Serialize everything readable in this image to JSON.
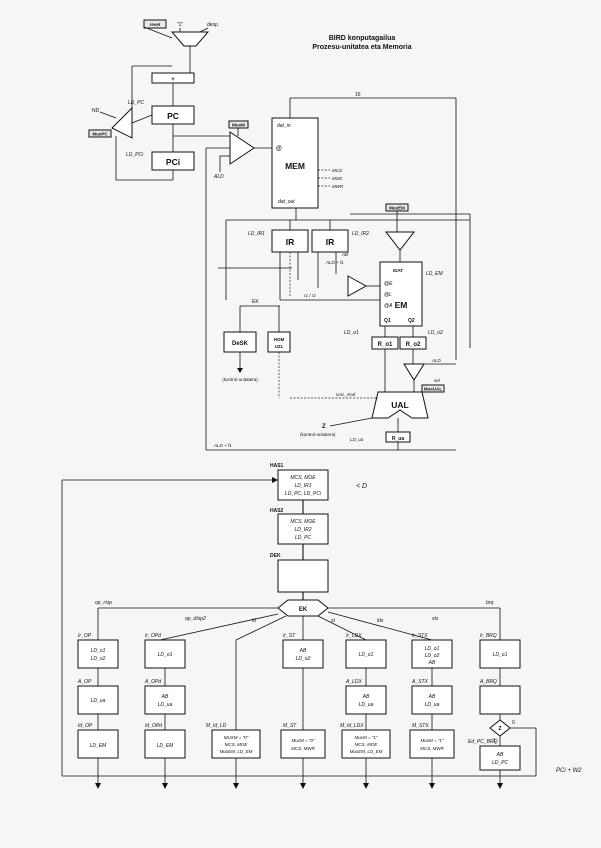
{
  "title": {
    "line1": "BIRD konputagailua",
    "line2": "Prozesu-unitatea eta Memoria"
  },
  "datapath": {
    "reset_label": "reset",
    "one_label": "\"1\"",
    "muxpc": "MuxPC",
    "muxmem": "MuxM",
    "muxem": "MuxEM",
    "pc": "PC",
    "pci": "PCi",
    "ld_pc": "LD_PC",
    "ld_pci": "LD_PCi",
    "mem": "MEM",
    "dat_in": "dat_in",
    "dat_out": "dat_out",
    "mem_ctrl": [
      "MCS",
      "MOE",
      "MWR"
    ],
    "ir1": "IR",
    "ir2": "IR",
    "ld_ir1": "LD_IR1",
    "ld_ir2": "LD_IR2",
    "em": "EM",
    "idat": "IDAT",
    "ld_em": "LD_EM",
    "q1": "Q1",
    "q2": "Q2",
    "r_o1": "R_o1",
    "r_o2": "R_o2",
    "ld_o1": "LD_o1",
    "ld_o2": "LD_o2",
    "dek": "DeSK",
    "hom": "HOM UZL",
    "ek": "EK",
    "kontrol1": "(kontrol-unitatera)",
    "kontrol2": "(kontrol-unitatera)",
    "ual": "UAL",
    "r_ua": "R_ua",
    "ld_ua": "LD_ua",
    "z": "Z",
    "ald": "ALD",
    "ald_f1": "ALD + f1",
    "ual_kod": "UAL_Kod",
    "muxual": "MuxUAL",
    "sel": "sel"
  },
  "flow": {
    "states": {
      "s1_name": "HAS1",
      "s1": [
        "MCS, MOE",
        "LD_IR1",
        "LD_PC, LD_PCi"
      ],
      "s2_name": "HAS2",
      "s2": [
        "MCS, MOE",
        "LD_IR2",
        "LD_PC"
      ],
      "dek_name": "DEK",
      "ek": "EK"
    },
    "branch_labels": [
      "op_r/op",
      "op_d/op2",
      "ld",
      "st",
      "ldx",
      "stx",
      "brq"
    ],
    "columns": [
      {
        "name": "Ir_OP",
        "b1": [
          "LD_o1",
          "LD_o2"
        ],
        "name2": "A_OP",
        "b2": [
          "LD_ua"
        ],
        "name3": "Id_OP",
        "b3": [
          "LD_EM"
        ]
      },
      {
        "name": "Ir_OPd",
        "b1": [
          "LD_o1"
        ],
        "name2": "A_OPd",
        "b2": [
          "AB",
          "LD_ua"
        ],
        "name3": "Id_OPd",
        "b3": [
          "LD_EM"
        ]
      },
      {
        "name3": "M_Id_LD",
        "b3": [
          "MUXM = \"0\"",
          "MCS, MOE",
          "MuxEM, LD_EM"
        ]
      },
      {
        "name": "Ir_ST",
        "b1": [
          "AB",
          "LD_o2"
        ],
        "name3": "M_ST",
        "b3": [
          "MuxM = \"0\"",
          "MCS, MWR"
        ]
      },
      {
        "name": "Ir_LDX",
        "b1": [
          "LD_o1"
        ],
        "name2": "A_LDX",
        "b2": [
          "AB",
          "LD_ua"
        ],
        "name3": "M_Id_LDX",
        "b3": [
          "MuxM = \"1\"",
          "MCS, MOE",
          "MuxEM, LD_EM"
        ]
      },
      {
        "name": "Ir_STX",
        "b1": [
          "LD_o1",
          "LD_o2",
          "AB"
        ],
        "name2": "A_STX",
        "b2": [
          "AB",
          "LD_ua"
        ],
        "name3": "M_STX",
        "b3": [
          "MuxM = \"1\"",
          "MCS, MWR"
        ]
      },
      {
        "name": "Ir_BRQ",
        "b1": [
          "LD_o1"
        ],
        "name2": "A_BRQ",
        "b2": [],
        "name3": "Ed_PC_BRQ",
        "b3": [
          "AB",
          "LD_PC"
        ]
      }
    ],
    "z_label": "Z",
    "zero_label": "0",
    "one_label": "1"
  },
  "annotations": {
    "margin_note": "PCi + W2",
    "pencil": "< D"
  }
}
